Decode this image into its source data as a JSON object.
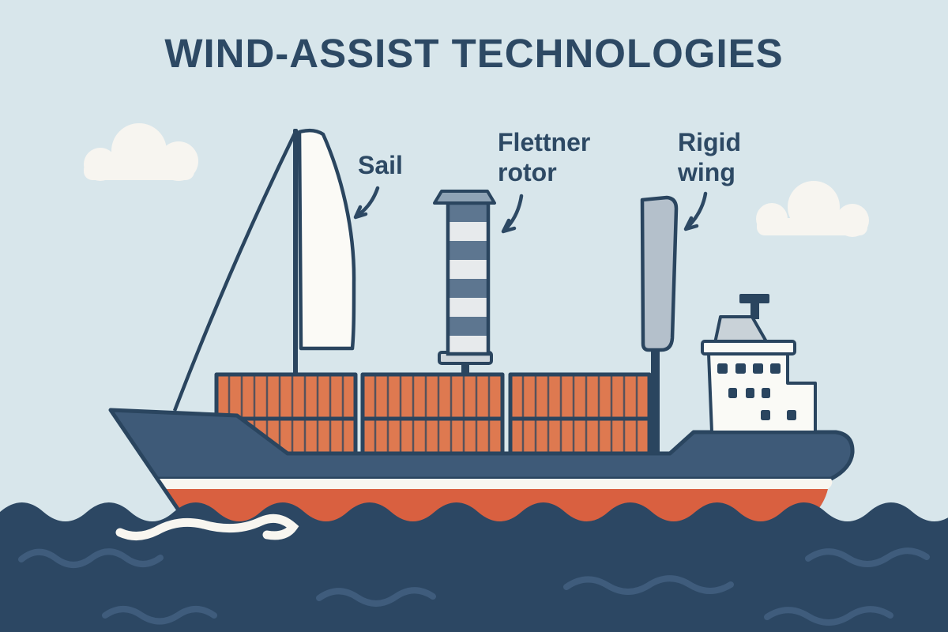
{
  "title": "WIND-ASSIST TECHNOLOGIES",
  "labels": {
    "sail": "Sail",
    "flettner_rotor": "Flettner rotor",
    "rigid_wing": "Rigid wing"
  },
  "diagram": {
    "type": "infographic-illustration",
    "subject": "Cargo ship shown with three wind-assist propulsion technologies",
    "annotations": [
      {
        "label": "Sail",
        "target": "sail on mast"
      },
      {
        "label": "Flettner rotor",
        "target": "striped rotor cylinder"
      },
      {
        "label": "Rigid wing",
        "target": "grey rigid wing"
      }
    ]
  },
  "colors": {
    "sky": "#d8e6eb",
    "sea": "#2c4763",
    "sea_wave_line": "#3f5c7c",
    "foam_white": "#f8f6f0",
    "text_navy": "#2d4964",
    "outline_navy": "#2a455f",
    "hull_navy": "#3e5a78",
    "hull_stripe": "#f8f6f0",
    "hull_red": "#d96040",
    "container_orange": "#de7950",
    "cloud_white": "#f7f5f0",
    "sail_white": "#fbfaf6",
    "rotor_dark": "#5d7690",
    "rotor_light": "#e7eaec",
    "rotor_cap": "#8fa3b5",
    "wing_grey": "#b4c0cb",
    "superstructure_white": "#fafaf6",
    "funnel_grey": "#c9d2d8"
  }
}
